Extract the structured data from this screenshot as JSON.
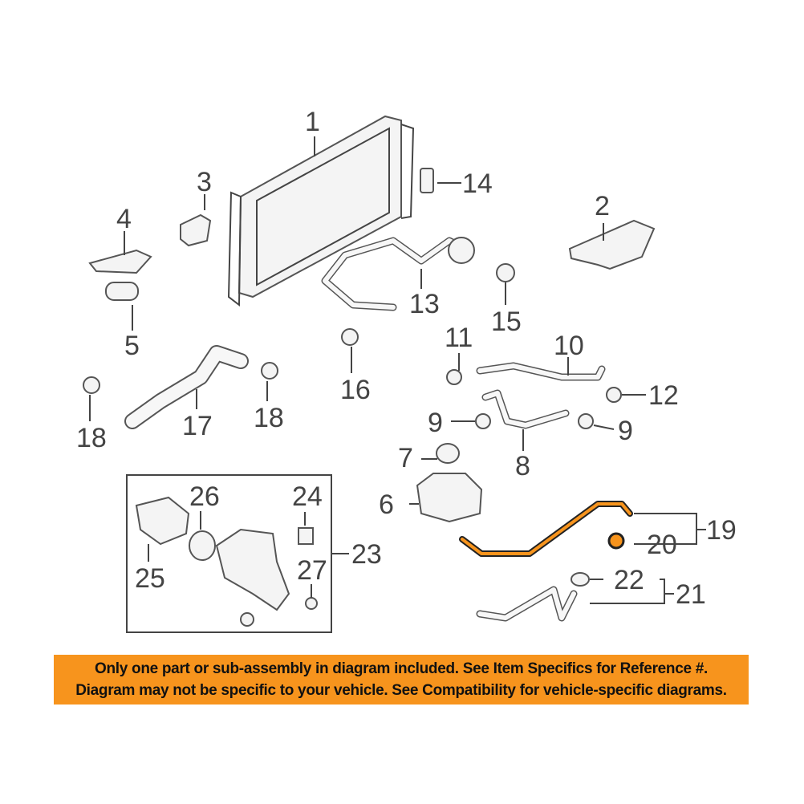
{
  "diagram": {
    "callouts": {
      "c1": "1",
      "c2": "2",
      "c3": "3",
      "c4": "4",
      "c5": "5",
      "c6": "6",
      "c7": "7",
      "c8": "8",
      "c9a": "9",
      "c9b": "9",
      "c10": "10",
      "c11": "11",
      "c12": "12",
      "c13": "13",
      "c14": "14",
      "c15": "15",
      "c16": "16",
      "c17": "17",
      "c18a": "18",
      "c18b": "18",
      "c19": "19",
      "c20": "20",
      "c21": "21",
      "c22": "22",
      "c23": "23",
      "c24": "24",
      "c25": "25",
      "c26": "26",
      "c27": "27"
    },
    "highlight_color": "#F7941D"
  },
  "banner": {
    "line1": "Only one part or sub-assembly in diagram included. See Item Specifics for Reference #.",
    "line2": "Diagram may not be specific to your vehicle. See Compatibility for vehicle-specific diagrams.",
    "color": "#F7941D"
  }
}
